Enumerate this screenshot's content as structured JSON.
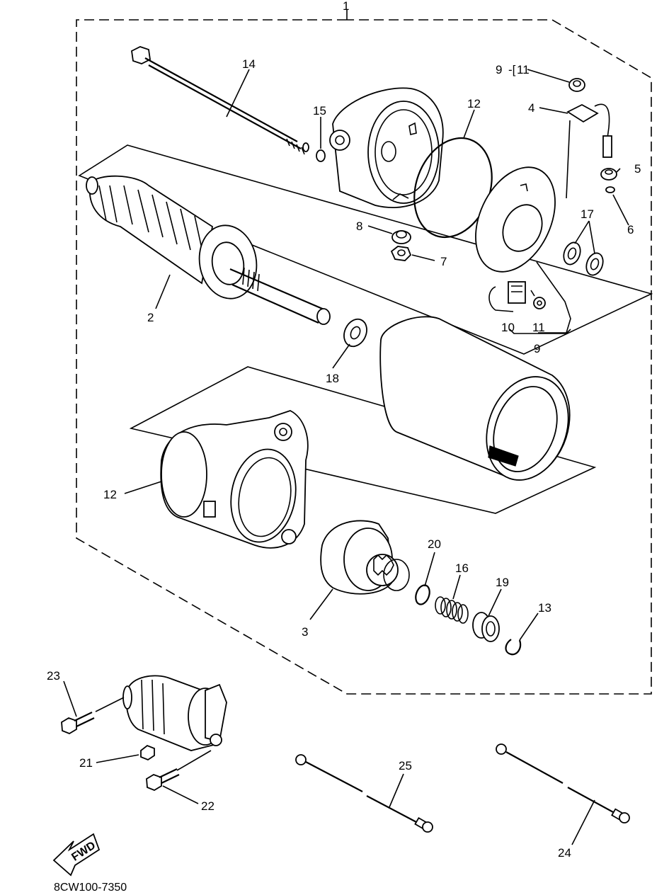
{
  "diagram": {
    "callouts": {
      "c1": "1",
      "c2": "2",
      "c3": "3",
      "c4": "4",
      "c5": "5",
      "c6": "6",
      "c7": "7",
      "c8": "8",
      "c9_top": "9",
      "c11_top": "11",
      "c9_bottom": "9",
      "c10": "10",
      "c11_bottom": "11",
      "c12_top": "12",
      "c12_left": "12",
      "c13": "13",
      "c14": "14",
      "c15": "15",
      "c16": "16",
      "c17": "17",
      "c18": "18",
      "c19": "19",
      "c20": "20",
      "c21": "21",
      "c22": "22",
      "c23": "23",
      "c24": "24",
      "c25": "25"
    },
    "fwd_label": "FWD",
    "code": "8CW100-7350"
  }
}
